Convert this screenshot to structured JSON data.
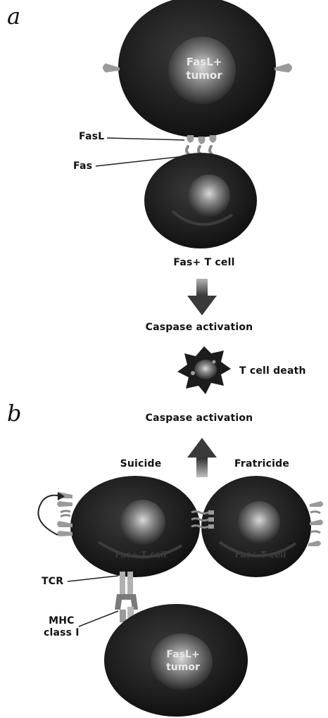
{
  "panels": {
    "a": "a",
    "b": "b"
  },
  "labels": {
    "fasl": "FasL",
    "fas": "Fas",
    "fas_t_cell": "Fas+ T cell",
    "caspase_activation_top": "Caspase activation",
    "t_cell_death": "T cell death",
    "caspase_activation_bottom": "Caspase activation",
    "suicide": "Suicide",
    "fratricide": "Fratricide",
    "tcr": "TCR",
    "mhc_line1": "MHC",
    "mhc_line2": "class I"
  },
  "cell_text": {
    "tumor_top_line1": "FasL+",
    "tumor_top_line2": "tumor",
    "tumor_bottom_line1": "FasL+",
    "tumor_bottom_line2": "tumor",
    "tcell_left": "Fas+ T cell",
    "tcell_right": "Fas+ T cell"
  },
  "colors": {
    "cell_body": "#1a1a1a",
    "nucleus": "#7a7a7a",
    "receptor": "#9a9a9a",
    "arrow": "#4a4a4a",
    "text": "#111111"
  }
}
